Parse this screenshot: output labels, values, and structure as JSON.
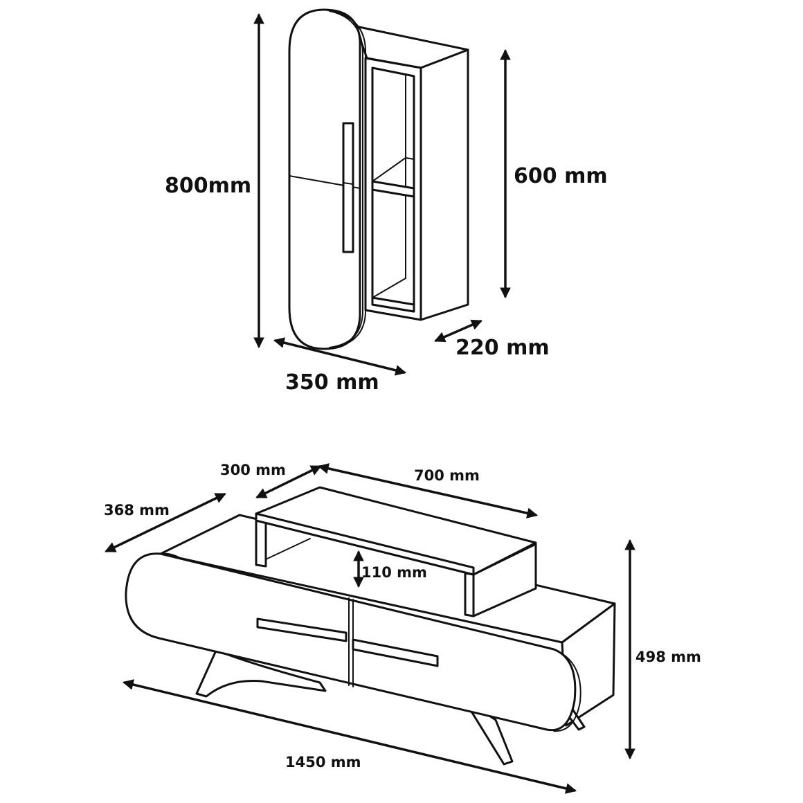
{
  "colors": {
    "ink": "#111111",
    "background": "#ffffff"
  },
  "wall_cabinet": {
    "height_label": "800mm",
    "body_height_label": "600 mm",
    "width_label": "350 mm",
    "depth_label": "220 mm"
  },
  "tv_stand": {
    "top_depth_label": "300 mm",
    "top_width_label": "700 mm",
    "depth_label": "368 mm",
    "top_clearance_label": "110 mm",
    "height_label": "498 mm",
    "width_label": "1450 mm"
  }
}
